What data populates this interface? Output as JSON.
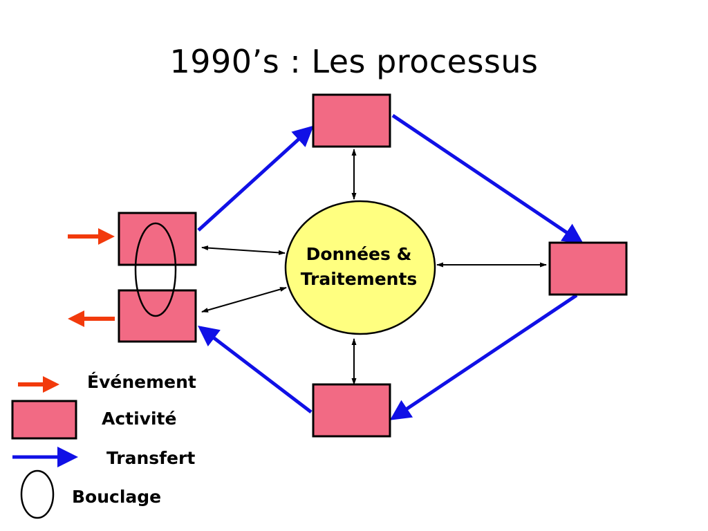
{
  "title": "1990’s : Les processus",
  "center_node": {
    "line1": "Données &",
    "line2": "Traitements"
  },
  "legend": {
    "event": "Événement",
    "activity": "Activité",
    "transfer": "Transfert",
    "loop": "Bouclage"
  },
  "colors": {
    "activity_fill": "#F26A84",
    "center_fill": "#FFFF80",
    "transfer": "#1010E6",
    "event": "#F23A0C"
  }
}
